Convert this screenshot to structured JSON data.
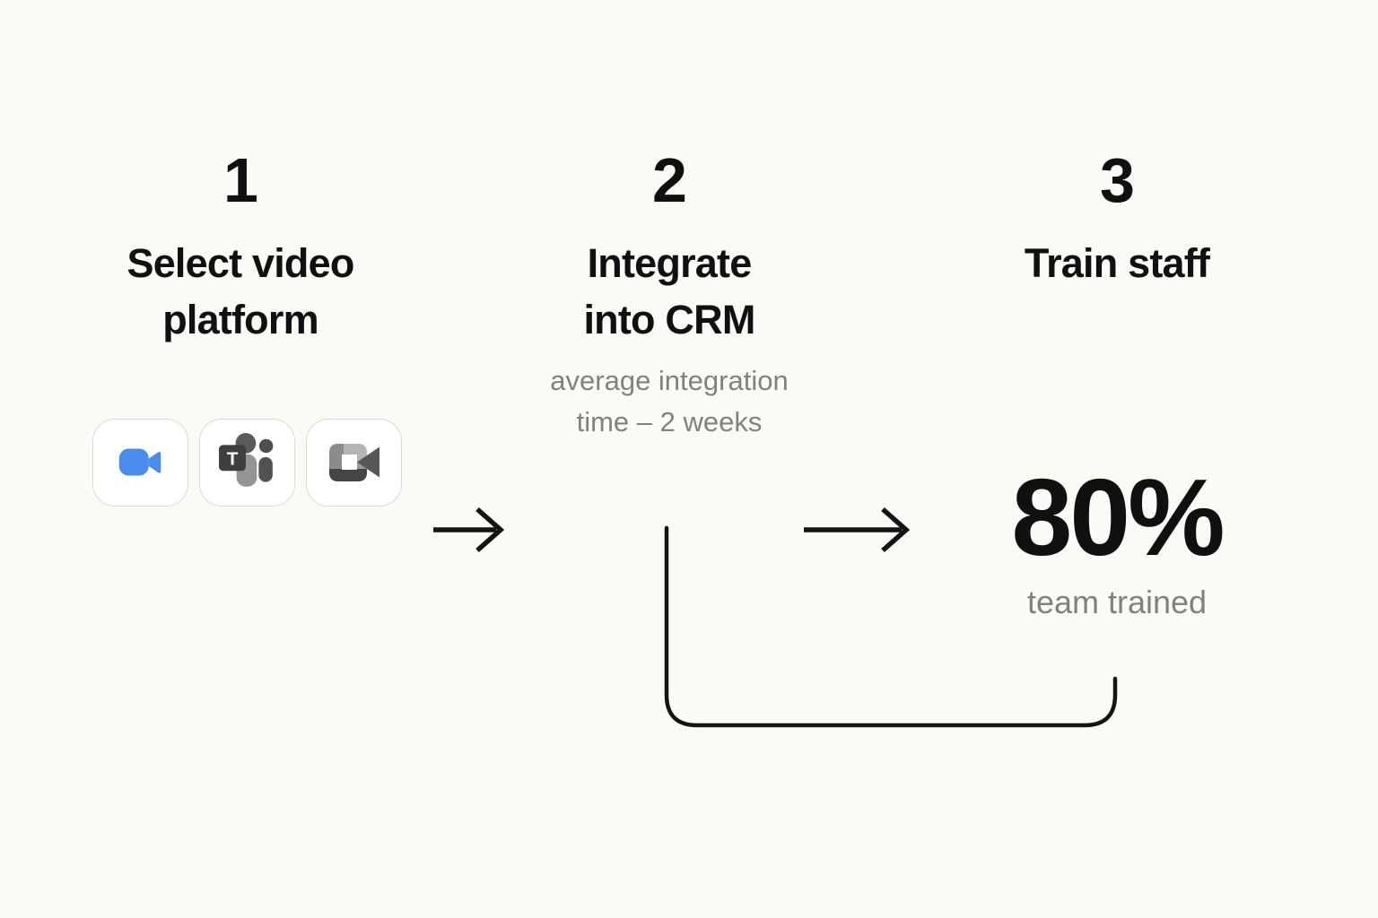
{
  "colors": {
    "background": "#fafaf7",
    "ink": "#141414",
    "text_primary": "#101010",
    "text_muted": "#818181",
    "card_bg": "#ffffff",
    "card_border": "#d9d9d6",
    "zoom_blue": "#4a8bee",
    "zoom_blue_edge": "#3f7fe2",
    "teams_tile": "#3f3f3f",
    "teams_head_big": "#5a5a5a",
    "teams_body_big": "#949494",
    "teams_head_small": "#4e4e4e",
    "teams_body_small": "#525252",
    "meet_base": "#9a9a9a",
    "meet_light": "#b5b5b5",
    "meet_left": "#8c8c8c",
    "meet_dark": "#454545",
    "meet_wedge": "#575757",
    "white": "#ffffff"
  },
  "steps": [
    {
      "number": "1",
      "title": "Select video\nplatform"
    },
    {
      "number": "2",
      "title": "Integrate\ninto CRM",
      "subtitle": "average integration\ntime – 2 weeks"
    },
    {
      "number": "3",
      "title": "Train staff",
      "stat_value": "80%",
      "stat_label": "team trained"
    }
  ],
  "platforms": [
    {
      "name": "zoom"
    },
    {
      "name": "microsoft-teams"
    },
    {
      "name": "google-meet"
    }
  ]
}
